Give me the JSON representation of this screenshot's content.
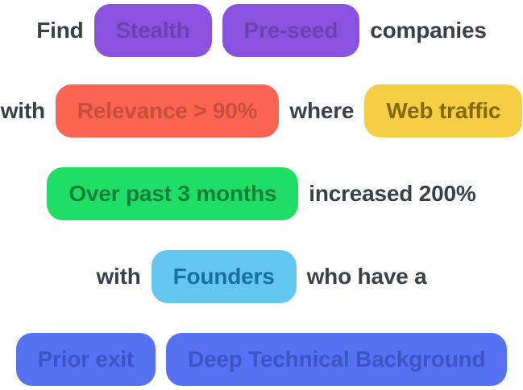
{
  "canvas": {
    "background": "#ffffff",
    "plain_text_color": "#3A3F49"
  },
  "palette": {
    "purple": {
      "bg": "#8952E0",
      "fg": "#6C42B0"
    },
    "red": {
      "bg": "#FA6450",
      "fg": "#C94E3F"
    },
    "yellow": {
      "bg": "#F6CE44",
      "fg": "#84690E"
    },
    "green": {
      "bg": "#20DE65",
      "fg": "#147F3D"
    },
    "sky": {
      "bg": "#63C7EF",
      "fg": "#1B6F9D"
    },
    "blue": {
      "bg": "#5472F2",
      "fg": "#3D55C4"
    }
  },
  "rows": [
    {
      "items": [
        {
          "type": "text",
          "label": "Find"
        },
        {
          "type": "chip",
          "label": "Stealth",
          "color": "purple"
        },
        {
          "type": "chip",
          "label": "Pre-seed",
          "color": "purple"
        },
        {
          "type": "text",
          "label": "companies"
        }
      ]
    },
    {
      "items": [
        {
          "type": "text",
          "label": "with"
        },
        {
          "type": "chip",
          "label": "Relevance > 90%",
          "color": "red"
        },
        {
          "type": "text",
          "label": "where"
        },
        {
          "type": "chip",
          "label": "Web traffic",
          "color": "yellow"
        }
      ]
    },
    {
      "items": [
        {
          "type": "chip",
          "label": "Over past 3 months",
          "color": "green"
        },
        {
          "type": "text",
          "label": "increased 200%"
        }
      ]
    },
    {
      "items": [
        {
          "type": "text",
          "label": "with"
        },
        {
          "type": "chip",
          "label": "Founders",
          "color": "sky"
        },
        {
          "type": "text",
          "label": "who have a"
        }
      ]
    },
    {
      "items": [
        {
          "type": "chip",
          "label": "Prior exit",
          "color": "blue"
        },
        {
          "type": "chip",
          "label": "Deep Technical Background",
          "color": "blue"
        }
      ]
    }
  ]
}
